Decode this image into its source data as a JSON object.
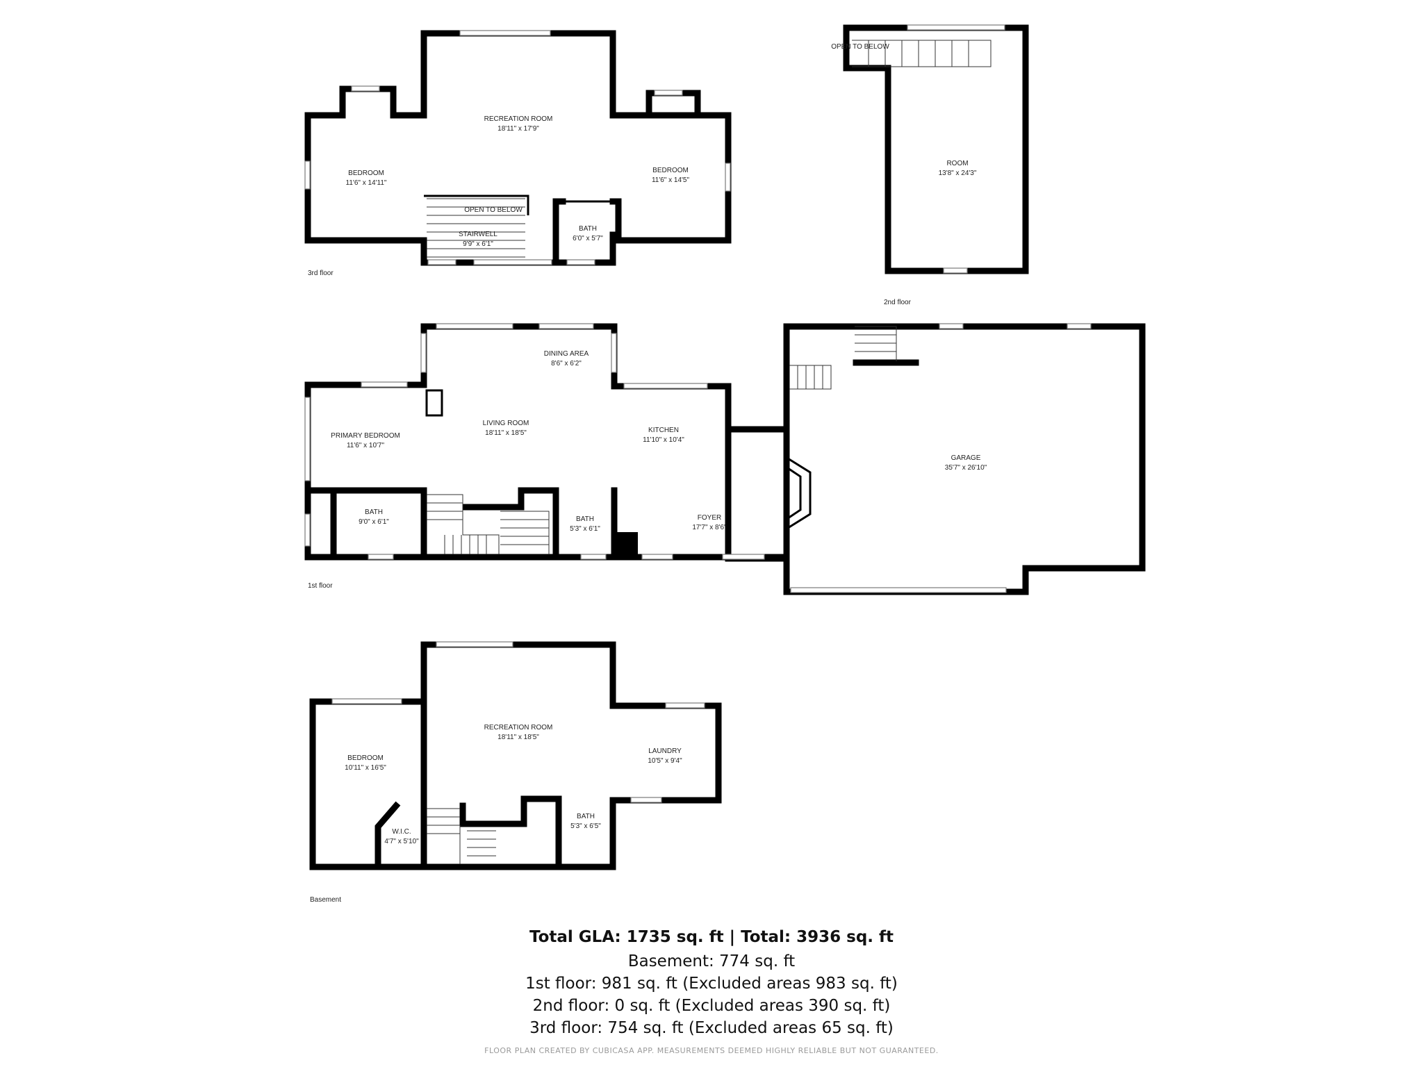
{
  "floors": [
    {
      "label": "3rd floor",
      "rooms": [
        {
          "id": "f3-bedroom-left",
          "name": "BEDROOM",
          "dim": "11'6\" x 14'11\""
        },
        {
          "id": "f3-recreation",
          "name": "RECREATION ROOM",
          "dim": "18'11\" x 17'9\""
        },
        {
          "id": "f3-bedroom-right",
          "name": "BEDROOM",
          "dim": "11'6\" x 14'5\""
        },
        {
          "id": "f3-stairwell",
          "name": "STAIRWELL",
          "dim": "9'9\" x 6'1\""
        },
        {
          "id": "f3-bath",
          "name": "BATH",
          "dim": "6'0\" x 5'7\""
        }
      ],
      "notes": [
        "OPEN TO BELOW"
      ]
    },
    {
      "label": "2nd floor",
      "rooms": [
        {
          "id": "f2-room",
          "name": "ROOM",
          "dim": "13'8\" x 24'3\""
        }
      ],
      "notes": [
        "OPEN TO BELOW"
      ]
    },
    {
      "label": "1st floor",
      "rooms": [
        {
          "id": "f1-dining",
          "name": "DINING AREA",
          "dim": "8'6\" x 6'2\""
        },
        {
          "id": "f1-primary",
          "name": "PRIMARY BEDROOM",
          "dim": "11'6\" x 10'7\""
        },
        {
          "id": "f1-living",
          "name": "LIVING ROOM",
          "dim": "18'11\" x 18'5\""
        },
        {
          "id": "f1-kitchen",
          "name": "KITCHEN",
          "dim": "11'10\" x 10'4\""
        },
        {
          "id": "f1-garage",
          "name": "GARAGE",
          "dim": "35'7\" x 26'10\""
        },
        {
          "id": "f1-bath-left",
          "name": "BATH",
          "dim": "9'0\" x 6'1\""
        },
        {
          "id": "f1-bath-mid",
          "name": "BATH",
          "dim": "5'3\" x 6'1\""
        },
        {
          "id": "f1-foyer",
          "name": "FOYER",
          "dim": "17'7\" x 8'6\""
        }
      ]
    },
    {
      "label": "Basement",
      "rooms": [
        {
          "id": "b-recreation",
          "name": "RECREATION ROOM",
          "dim": "18'11\" x 18'5\""
        },
        {
          "id": "b-bedroom",
          "name": "BEDROOM",
          "dim": "10'11\" x 16'5\""
        },
        {
          "id": "b-laundry",
          "name": "LAUNDRY",
          "dim": "10'5\" x 9'4\""
        },
        {
          "id": "b-bath",
          "name": "BATH",
          "dim": "5'3\" x 6'5\""
        },
        {
          "id": "b-wic",
          "name": "W.I.C.",
          "dim": "4'7\" x 5'10\""
        }
      ]
    }
  ],
  "summary": {
    "total": "Total GLA: 1735 sq. ft | Total: 3936 sq. ft",
    "lines": [
      "Basement: 774 sq. ft",
      "1st floor: 981 sq. ft (Excluded areas 983 sq. ft)",
      "2nd floor: 0 sq. ft (Excluded areas 390 sq. ft)",
      "3rd floor: 754 sq. ft (Excluded areas 65 sq. ft)"
    ]
  },
  "footer": "FLOOR PLAN CREATED BY CUBICASA APP. MEASUREMENTS DEEMED HIGHLY RELIABLE BUT NOT GUARANTEED."
}
